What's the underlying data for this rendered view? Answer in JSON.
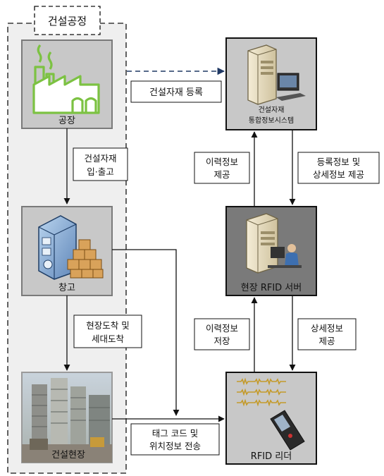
{
  "process_group": {
    "title": "건설공정"
  },
  "nodes": {
    "factory": {
      "label": "공장",
      "icon": "factory-icon"
    },
    "warehouse": {
      "label": "창고",
      "icon": "warehouse-icon"
    },
    "site": {
      "label": "건설현장",
      "icon": "construction-site-photo"
    },
    "system": {
      "label_line1": "건설자재",
      "label_line2": "통합정보시스템",
      "icon": "server-computer-icon"
    },
    "rfid_server": {
      "label": "현장 RFID 서버",
      "icon": "server-user-icon"
    },
    "rfid_reader": {
      "label": "RFID 리더",
      "icon": "rfid-reader-icon"
    }
  },
  "flows": {
    "material_registration": {
      "label": "건설자재 등록"
    },
    "material_inout": {
      "line1": "건설자재",
      "line2": "입·출고"
    },
    "site_arrival": {
      "line1": "현장도착 및",
      "line2": "세대도착"
    },
    "history_provide": {
      "line1": "이력정보",
      "line2": "제공"
    },
    "registration_detail": {
      "line1": "등록정보 및",
      "line2": "상세정보 제공"
    },
    "history_store": {
      "line1": "이력정보",
      "line2": "저장"
    },
    "detail_info": {
      "line1": "상세정보",
      "line2": "제공"
    },
    "tag_transmit": {
      "line1": "태그 코드 및",
      "line2": "위치정보 전송"
    }
  },
  "colors": {
    "factory_green": "#7cc242",
    "node_gray": "#c8c8c8",
    "node_dark_gray": "#7a7a7a",
    "group_fill": "#efefef",
    "dashed_arrow": "#1f3864"
  }
}
